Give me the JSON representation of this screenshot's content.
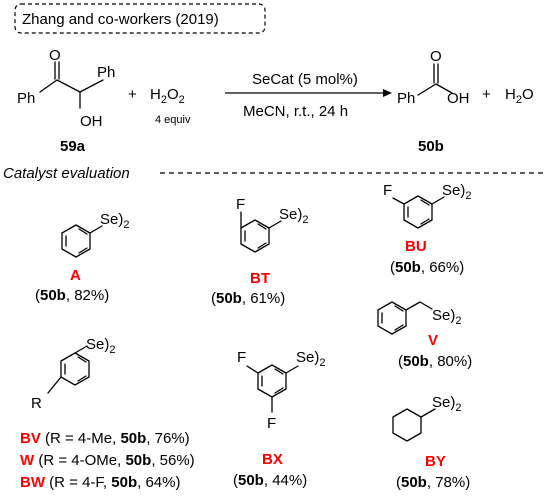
{
  "header": {
    "citation": "Zhang and co-workers (2019)"
  },
  "reaction": {
    "reactant1": {
      "ph_left": "Ph",
      "ph_right": "Ph",
      "oh": "OH",
      "o": "O",
      "id": "59a"
    },
    "plus1": "+",
    "oxidant": {
      "h": "H",
      "sub2": "2",
      "o": "O",
      "sub2b": "2",
      "equiv": "4 equiv"
    },
    "conditions_top": "SeCat (5 mol%)",
    "conditions_bottom": "MeCN, r.t., 24 h",
    "product": {
      "ph": "Ph",
      "oh": "OH",
      "o": "O",
      "id": "50b"
    },
    "plus2": "+",
    "water": {
      "h": "H",
      "sub2": "2",
      "o": "O"
    }
  },
  "section_title": "Catalyst evaluation",
  "catalysts": {
    "A": {
      "label": "A",
      "se": "Se)",
      "se_sub": "2",
      "prod": "50b",
      "yield": ", 82%)"
    },
    "BT": {
      "label": "BT",
      "f": "F",
      "se": "Se)",
      "se_sub": "2",
      "prod": "50b",
      "yield": ", 61%)"
    },
    "BU": {
      "label": "BU",
      "f": "F",
      "se": "Se)",
      "se_sub": "2",
      "prod": "50b",
      "yield": ", 66%)"
    },
    "V": {
      "label": "V",
      "se": "Se)",
      "se_sub": "2",
      "prod": "50b",
      "yield": ", 80%)"
    },
    "BX": {
      "label": "BX",
      "f1": "F",
      "f2": "F",
      "se": "Se)",
      "se_sub": "2",
      "prod": "50b",
      "yield": ", 44%)"
    },
    "BY": {
      "label": "BY",
      "se": "Se)",
      "se_sub": "2",
      "prod": "50b",
      "yield": ", 78%)"
    },
    "para": {
      "r": "R",
      "se": "Se)",
      "se_sub": "2",
      "rows": [
        {
          "label": "BV",
          "pre": " (R = 4-Me, ",
          "prod": "50b",
          "post": ", 76%)"
        },
        {
          "label": "W",
          "pre": " (R = 4-OMe, ",
          "prod": "50b",
          "post": ", 56%)"
        },
        {
          "label": "BW",
          "pre": " (R = 4-F, ",
          "prod": "50b",
          "post": ", 64%)"
        }
      ]
    }
  },
  "open_paren": "("
}
